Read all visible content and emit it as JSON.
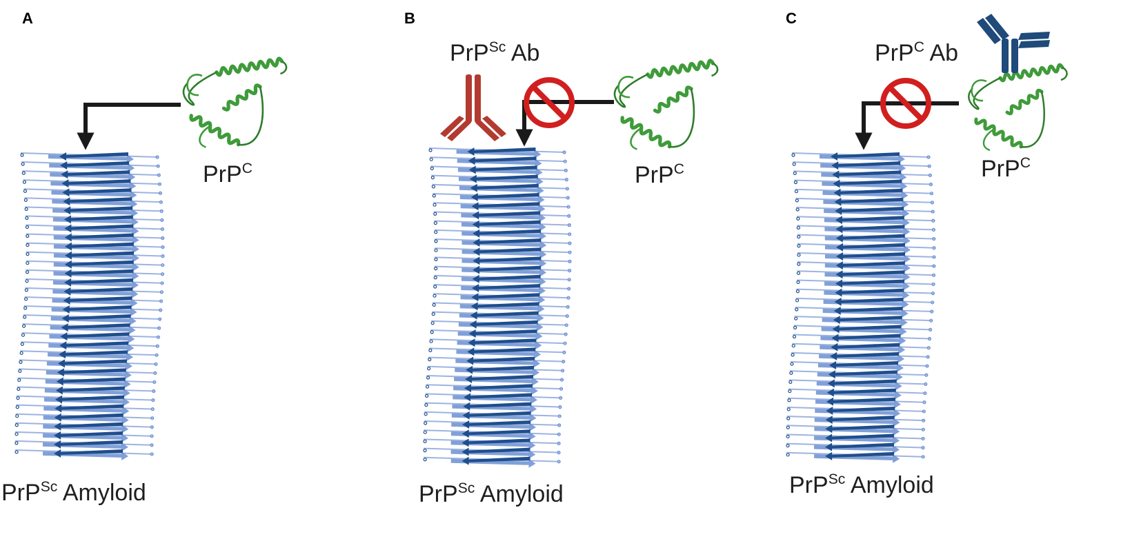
{
  "colors": {
    "prpc_protein": "#3f9b3a",
    "prpc_protein_dark": "#2e7d2b",
    "fibril_dark": "#1f4e8c",
    "fibril_light": "#6b8fd1",
    "fibril_pale": "#9db4e0",
    "arrow": "#1a1a1a",
    "inhibit_symbol": "#d11f1f",
    "prpsc_antibody": "#b23a30",
    "prpc_antibody": "#1f4a7a"
  },
  "icons": {
    "inhibit": "prohibition-icon",
    "antibody": "antibody-icon",
    "protein": "protein-ribbon-icon",
    "fibril": "amyloid-fibril-icon"
  },
  "panels": [
    {
      "letter": "A",
      "prpc": {
        "base": "PrP",
        "sup": "C"
      },
      "amyloid": {
        "base": "PrP",
        "sup": "Sc",
        "rest": " Amyloid"
      },
      "inhibited": false
    },
    {
      "letter": "B",
      "prpc": {
        "base": "PrP",
        "sup": "C"
      },
      "amyloid": {
        "base": "PrP",
        "sup": "Sc",
        "rest": " Amyloid"
      },
      "antibody": {
        "base": "PrP",
        "sup": "Sc",
        "rest": " Ab"
      },
      "inhibited": true
    },
    {
      "letter": "C",
      "prpc": {
        "base": "PrP",
        "sup": "C"
      },
      "amyloid": {
        "base": "PrP",
        "sup": "Sc",
        "rest": " Amyloid"
      },
      "antibody": {
        "base": "PrP",
        "sup": "C",
        "rest": " Ab"
      },
      "inhibited": true
    }
  ]
}
